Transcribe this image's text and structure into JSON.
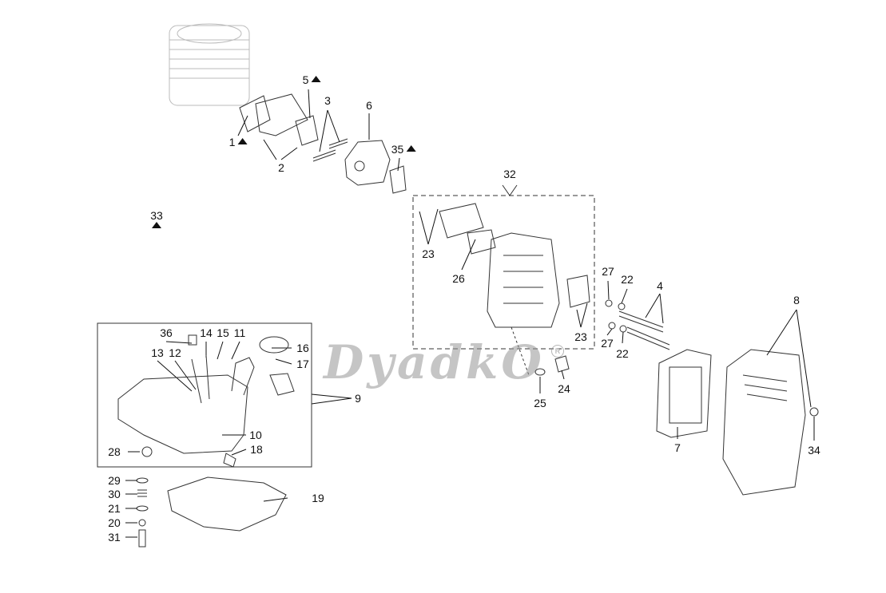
{
  "watermark": "DyadkO",
  "watermark_mark": "R",
  "labels": {
    "p1": "1",
    "p2": "2",
    "p3": "3",
    "p4": "4",
    "p5": "5",
    "p6": "6",
    "p7": "7",
    "p8": "8",
    "p9": "9",
    "p10": "10",
    "p11": "11",
    "p12": "12",
    "p13": "13",
    "p14": "14",
    "p15": "15",
    "p16": "16",
    "p17": "17",
    "p18": "18",
    "p19": "19",
    "p20": "20",
    "p21": "21",
    "p22a": "22",
    "p22b": "22",
    "p23a": "23",
    "p23b": "23",
    "p24": "24",
    "p25": "25",
    "p26": "26",
    "p27a": "27",
    "p27b": "27",
    "p28": "28",
    "p29": "29",
    "p30": "30",
    "p31": "31",
    "p32": "32",
    "p33": "33",
    "p34": "34",
    "p35": "35",
    "p36": "36"
  },
  "colors": {
    "ink": "#111111",
    "watermark": "#969696"
  }
}
